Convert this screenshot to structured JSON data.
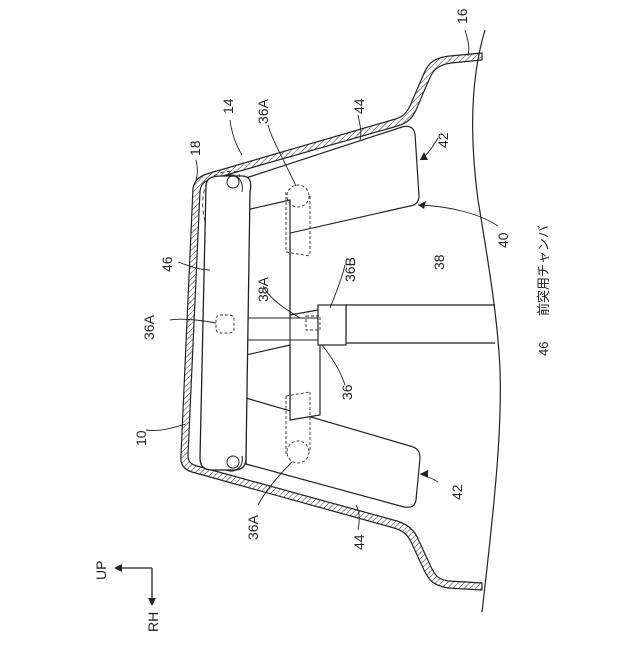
{
  "labels": {
    "l16": "16",
    "l14": "14",
    "l18": "18",
    "l36A_top": "36A",
    "l44_top": "44",
    "l42_top": "42",
    "l40": "40",
    "l46": "46",
    "l38A": "38A",
    "l36B": "36B",
    "l38": "38",
    "l36A_left": "36A",
    "l10": "10",
    "l36": "36",
    "l42_bottom": "42",
    "l36A_bottom": "36A",
    "l44_bottom": "44"
  },
  "caption": {
    "number": "46",
    "text": "前突用チャンバ"
  },
  "direction": {
    "up": "UP",
    "rh": "RH"
  }
}
